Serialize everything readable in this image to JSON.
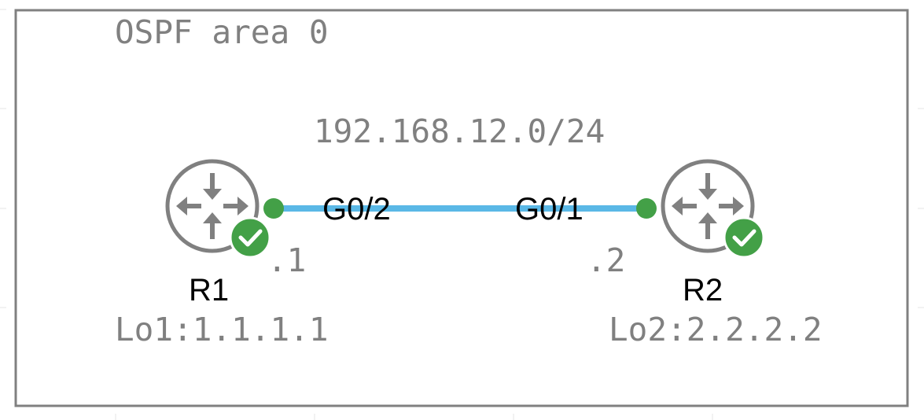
{
  "area": {
    "label": "OSPF area 0"
  },
  "link": {
    "subnet": "192.168.12.0/24",
    "color": "#5ab8e6"
  },
  "nodes": [
    {
      "name": "R1",
      "interface": "G0/2",
      "host": ".1",
      "loopback": "Lo1:1.1.1.1",
      "status": "running"
    },
    {
      "name": "R2",
      "interface": "G0/1",
      "host": ".2",
      "loopback": "Lo2:2.2.2.2",
      "status": "running"
    }
  ],
  "colors": {
    "status_green": "#43a047",
    "router_gray": "#808080"
  }
}
